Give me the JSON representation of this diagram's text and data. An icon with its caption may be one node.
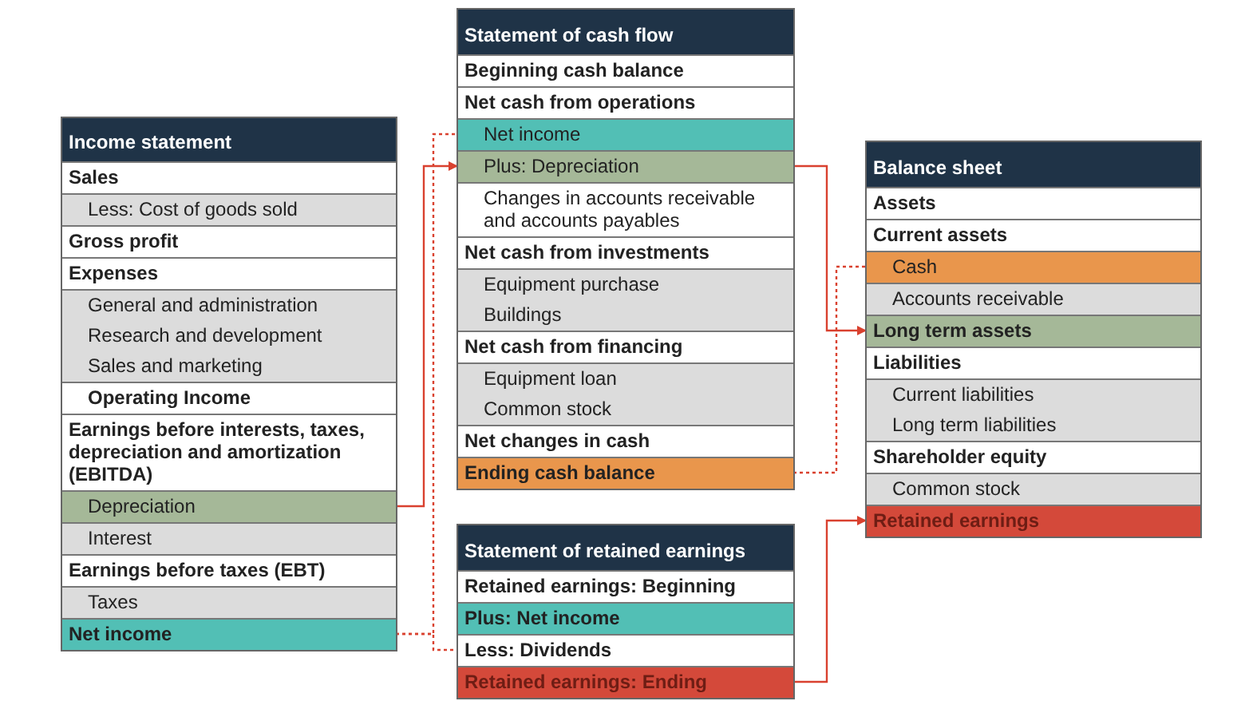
{
  "diagram": {
    "nodes": [
      {
        "text": [
          "Income statement"
        ]
      },
      {
        "text": [
          "Sales"
        ],
        "in": 0
      },
      {
        "text": [
          "Less: Cost of goods sold"
        ],
        "in": 0
      },
      {
        "text": [
          "Gross profit"
        ],
        "in": 0
      },
      {
        "text": [
          "Expenses"
        ],
        "in": 0
      },
      {
        "text": [
          "General and administration"
        ],
        "in": 0
      },
      {
        "text": [
          "Research and development"
        ],
        "in": 0
      },
      {
        "text": [
          "Sales and marketing"
        ],
        "in": 0
      },
      {
        "text": [
          "Operating Income"
        ],
        "in": 0
      },
      {
        "text": [
          "Earnings before interests, taxes, depreciation and amortization (EBITDA)"
        ],
        "in": 0
      },
      {
        "text": [
          "Depreciation"
        ],
        "in": 0
      },
      {
        "text": [
          "Interest"
        ],
        "in": 0
      },
      {
        "text": [
          "Earnings before taxes (EBT)"
        ],
        "in": 0
      },
      {
        "text": [
          "Taxes"
        ],
        "in": 0
      },
      {
        "text": [
          "Net income"
        ],
        "in": 0
      },
      {
        "text": [
          "Statement of cash flow"
        ]
      },
      {
        "text": [
          "Beginning cash balance"
        ],
        "in": 15
      },
      {
        "text": [
          "Net cash from operations"
        ],
        "in": 15
      },
      {
        "text": [
          "Net income"
        ],
        "in": 15
      },
      {
        "text": [
          "Plus: Depreciation"
        ],
        "in": 15
      },
      {
        "text": [
          "Changes in accounts receivable and accounts payables"
        ],
        "in": 15
      },
      {
        "text": [
          "Net cash from investments"
        ],
        "in": 15
      },
      {
        "text": [
          "Equipment purchase"
        ],
        "in": 15
      },
      {
        "text": [
          "Buildings"
        ],
        "in": 15
      },
      {
        "text": [
          "Net cash from financing"
        ],
        "in": 15
      },
      {
        "text": [
          "Equipment loan"
        ],
        "in": 15
      },
      {
        "text": [
          "Common stock"
        ],
        "in": 15
      },
      {
        "text": [
          "Net changes in cash"
        ],
        "in": 15
      },
      {
        "text": [
          "Ending cash balance"
        ],
        "in": 15
      },
      {
        "text": [
          "Statement of retained earnings"
        ]
      },
      {
        "text": [
          "Retained earnings: Beginning"
        ],
        "in": 29
      },
      {
        "text": [
          "Plus: Net income"
        ],
        "in": 29
      },
      {
        "text": [
          "Less: Dividends"
        ],
        "in": 29
      },
      {
        "text": [
          "Retained earnings: Ending"
        ],
        "in": 29
      },
      {
        "text": [
          "Balance sheet"
        ]
      },
      {
        "text": [
          "Assets"
        ],
        "in": 34
      },
      {
        "text": [
          "Current assets"
        ],
        "in": 34
      },
      {
        "text": [
          "Cash"
        ],
        "in": 34
      },
      {
        "text": [
          "Accounts receivable"
        ],
        "in": 34
      },
      {
        "text": [
          "Long term assets"
        ],
        "in": 34
      },
      {
        "text": [
          "Liabilities"
        ],
        "in": 34
      },
      {
        "text": [
          "Current liabilities"
        ],
        "in": 34
      },
      {
        "text": [
          "Long term liabilities"
        ],
        "in": 34
      },
      {
        "text": [
          "Shareholder equity"
        ],
        "in": 34
      },
      {
        "text": [
          "Common stock"
        ],
        "in": 34
      },
      {
        "text": [
          "Retained earnings"
        ],
        "in": 34
      }
    ],
    "edges": [
      {
        "from": 10,
        "to": 19,
        "arrow": "to"
      },
      {
        "from": 14,
        "to": 18,
        "arrow": "none",
        "style": "dashed"
      },
      {
        "from": 14,
        "to": 32,
        "arrow": "none",
        "style": "dashed"
      },
      {
        "from": 19,
        "to": 39,
        "arrow": "to"
      },
      {
        "from": 28,
        "to": 37,
        "arrow": "none",
        "style": "dashed"
      },
      {
        "from": 33,
        "to": 45,
        "arrow": "to"
      }
    ]
  }
}
